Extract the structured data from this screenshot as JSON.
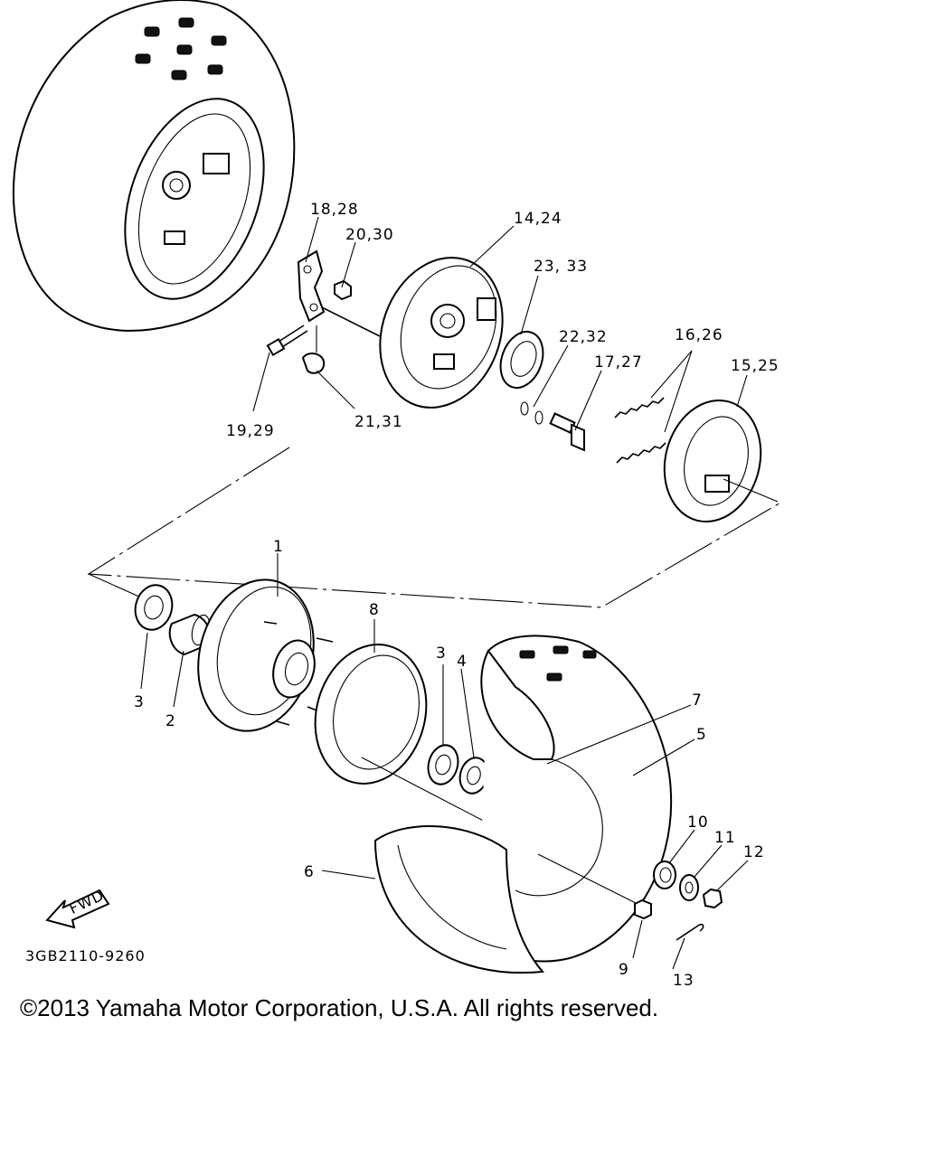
{
  "callouts": {
    "c1": "1",
    "c2": "2",
    "c3a": "3",
    "c3b": "3",
    "c4": "4",
    "c5": "5",
    "c6": "6",
    "c7": "7",
    "c8": "8",
    "c9": "9",
    "c10": "10",
    "c11": "11",
    "c12": "12",
    "c13": "13",
    "c14_24": "14,24",
    "c15_25": "15,25",
    "c16_26": "16,26",
    "c17_27": "17,27",
    "c18_28": "18,28",
    "c19_29": "19,29",
    "c20_30": "20,30",
    "c21_31": "21,31",
    "c22_32": "22,32",
    "c23_33": "23, 33"
  },
  "fwd_label": "FWD",
  "diagram_code": "3GB2110-9260",
  "copyright": "©2013 Yamaha Motor Corporation, U.S.A. All rights reserved."
}
